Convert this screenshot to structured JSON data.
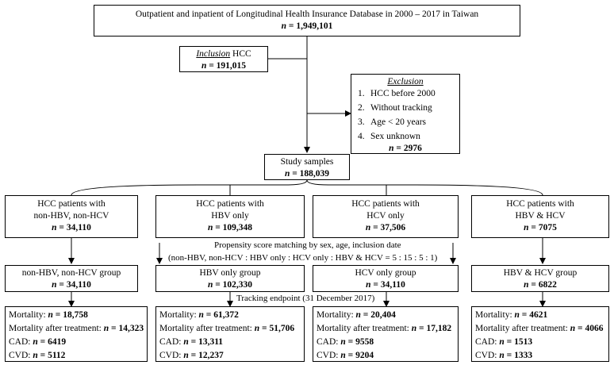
{
  "top": {
    "title": "Outpatient and inpatient of Longitudinal Health Insurance Database in 2000 – 2017 in Taiwan",
    "n_prefix": "n",
    "n_value": "= 1,949,101"
  },
  "inclusion": {
    "title": "Inclusion",
    "suffix": " HCC",
    "n_prefix": "n",
    "n_value": "= 191,015"
  },
  "exclusion": {
    "title": "Exclusion",
    "items": [
      {
        "num": "1.",
        "text": "HCC before 2000"
      },
      {
        "num": "2.",
        "text": "Without tracking"
      },
      {
        "num": "3.",
        "text": "Age < 20 years"
      },
      {
        "num": "4.",
        "text": "Sex unknown"
      }
    ],
    "n_prefix": "n",
    "n_value": "= 2976"
  },
  "study": {
    "title": "Study samples",
    "n_prefix": "n",
    "n_value": "= 188,039"
  },
  "groups": [
    {
      "line1": "HCC patients with",
      "line2": "non-HBV, non-HCV",
      "n_prefix": "n",
      "n_value": "= 34,110"
    },
    {
      "line1": "HCC patients with",
      "line2": "HBV only",
      "n_prefix": "n",
      "n_value": "= 109,348"
    },
    {
      "line1": "HCC patients with",
      "line2": "HCV only",
      "n_prefix": "n",
      "n_value": "= 37,506"
    },
    {
      "line1": "HCC patients with",
      "line2": "HBV & HCV",
      "n_prefix": "n",
      "n_value": "= 7075"
    }
  ],
  "psm": {
    "line1": "Propensity score matching by sex, age, inclusion date",
    "line2": "(non-HBV, non-HCV : HBV only : HCV only : HBV & HCV = 5 : 15 : 5 : 1)"
  },
  "matched": [
    {
      "label": "non-HBV, non-HCV group",
      "n_prefix": "n",
      "n_value": "= 34,110"
    },
    {
      "label": "HBV only group",
      "n_prefix": "n",
      "n_value": "= 102,330"
    },
    {
      "label": "HCV only group",
      "n_prefix": "n",
      "n_value": "= 34,110"
    },
    {
      "label": "HBV & HCV group",
      "n_prefix": "n",
      "n_value": "= 6822"
    }
  ],
  "tracking": "Tracking endpoint (31 December 2017)",
  "results": [
    {
      "mortality_label": "Mortality: ",
      "mortality_n": "n",
      "mortality_value": "= 18,758",
      "after_label": "Mortality after treatment: ",
      "after_n": "n",
      "after_value": "= 14,323",
      "cad_label": "CAD: ",
      "cad_n": "n",
      "cad_value": "= 6419",
      "cvd_label": "CVD: ",
      "cvd_n": "n",
      "cvd_value": "= 5112"
    },
    {
      "mortality_label": "Mortality: ",
      "mortality_n": "n",
      "mortality_value": "= 61,372",
      "after_label": "Mortality after treatment: ",
      "after_n": "n",
      "after_value": "= 51,706",
      "cad_label": "CAD: ",
      "cad_n": "n",
      "cad_value": "= 13,311",
      "cvd_label": "CVD: ",
      "cvd_n": "n",
      "cvd_value": "= 12,237"
    },
    {
      "mortality_label": "Mortality: ",
      "mortality_n": "n",
      "mortality_value": "= 20,404",
      "after_label": "Mortality after treatment: ",
      "after_n": "n",
      "after_value": "= 17,182",
      "cad_label": "CAD: ",
      "cad_n": "n",
      "cad_value": "= 9558",
      "cvd_label": "CVD: ",
      "cvd_n": "n",
      "cvd_value": "= 9204"
    },
    {
      "mortality_label": "Mortality: ",
      "mortality_n": "n",
      "mortality_value": "= 4621",
      "after_label": "Mortality after treatment: ",
      "after_n": "n",
      "after_value": "= 4066",
      "cad_label": "CAD: ",
      "cad_n": "n",
      "cad_value": "= 1513",
      "cvd_label": "CVD: ",
      "cvd_n": "n",
      "cvd_value": "= 1333"
    }
  ]
}
